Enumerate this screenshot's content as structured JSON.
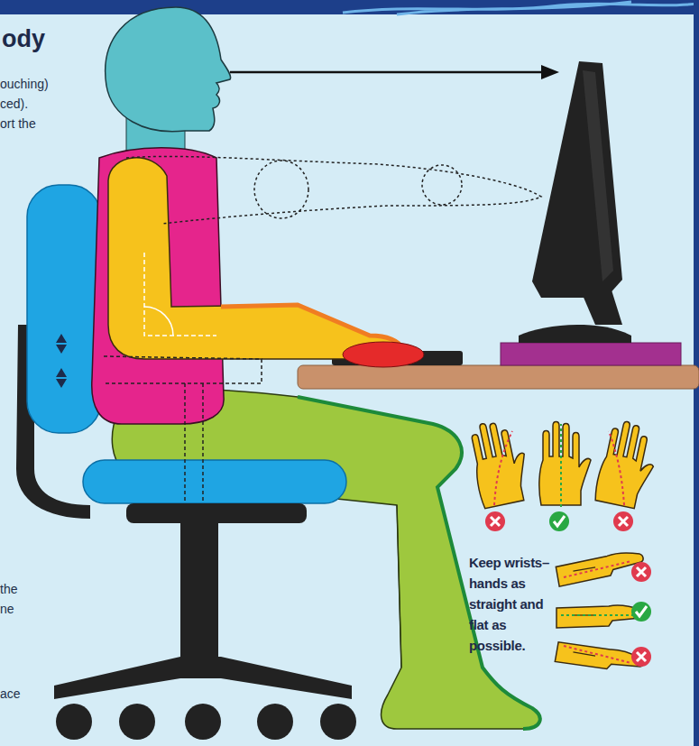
{
  "diagram": {
    "title": "ody",
    "labels": [
      "ouching)",
      "ced).",
      "ort the",
      "the",
      "ne",
      "ace",
      "Keep wrists–hands as straight and flat as possible."
    ]
  }
}
